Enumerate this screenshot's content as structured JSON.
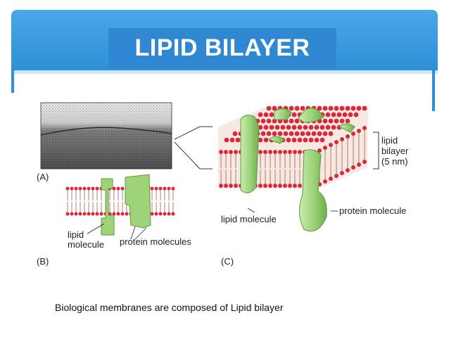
{
  "slide": {
    "title": "LIPID BILAYER",
    "caption": "Biological membranes are composed of Lipid bilayer"
  },
  "figure": {
    "panel_a": {
      "label": "(A)"
    },
    "panel_b": {
      "label": "(B)",
      "lipid_label_line1": "lipid",
      "lipid_label_line2": "molecule",
      "protein_label": "protein molecules"
    },
    "panel_c": {
      "label": "(C)",
      "bilayer_label_line1": "lipid",
      "bilayer_label_line2": "bilayer",
      "bilayer_label_line3": "(5 nm)",
      "protein_label": "protein molecule",
      "lipid_label": "lipid molecule"
    }
  },
  "colors": {
    "header": "#2f8fd6",
    "lipid_head": "#d8283a",
    "protein": "#9ed37a",
    "micrograph": "#505050"
  }
}
